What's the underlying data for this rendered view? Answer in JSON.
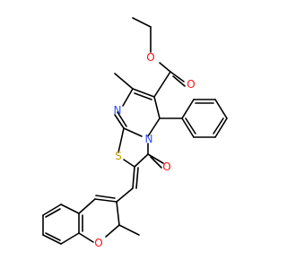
{
  "molecule": {
    "atoms": {
      "ester_ether_o": {
        "label": "O",
        "color": "#ff0d0d"
      },
      "ester_carbonyl_o": {
        "label": "O",
        "color": "#ff0d0d"
      },
      "ring_n_imine": {
        "label": "N",
        "color": "#3050f8"
      },
      "ring_n_amide": {
        "label": "N",
        "color": "#3050f8"
      },
      "thiazole_s": {
        "label": "S",
        "color": "#c8a000"
      },
      "lactam_o": {
        "label": "O",
        "color": "#ff0d0d"
      },
      "chromene_o": {
        "label": "O",
        "color": "#ff0d0d"
      }
    },
    "bond_color": "#000000"
  }
}
